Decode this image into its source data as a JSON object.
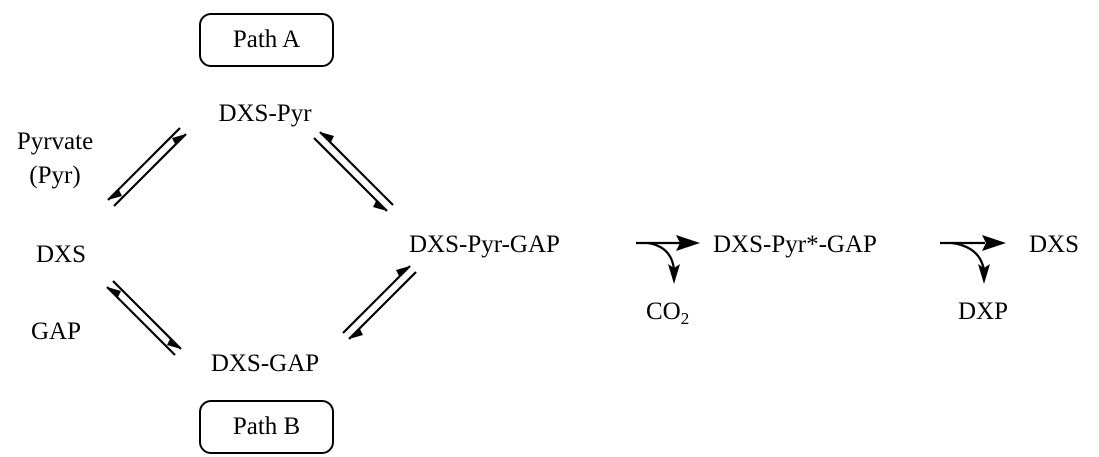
{
  "path_a_label": "Path A",
  "path_b_label": "Path B",
  "species": {
    "dxs_pyr": "DXS-Pyr",
    "dxs": "DXS",
    "dxs_gap": "DXS-GAP",
    "dxs_pyr_gap": "DXS-Pyr-GAP",
    "dxs_pyr_star_gap": "DXS-Pyr*-GAP",
    "dxs_product": "DXS"
  },
  "reagents": {
    "pyruvate_line1": "Pyrvate",
    "pyruvate_line2": "(Pyr)",
    "gap": "GAP"
  },
  "byproducts": {
    "co2_base": "CO",
    "co2_sub": "2",
    "dxp": "DXP"
  }
}
